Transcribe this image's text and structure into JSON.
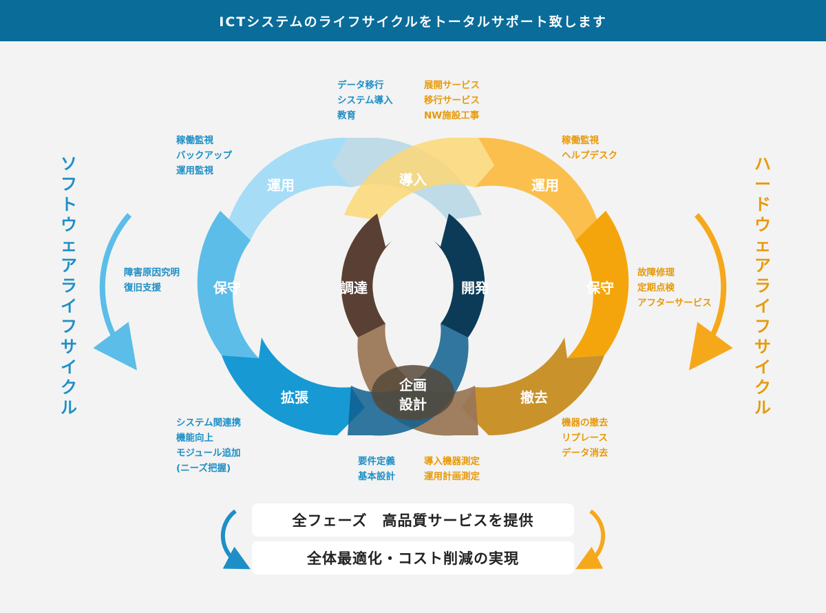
{
  "header": {
    "title": "ICTシステムのライフサイクルをトータルサポート致します"
  },
  "side_titles": {
    "left": "ソフトウェアライフサイクル",
    "right": "ハードウェアライフサイクル"
  },
  "segments": {
    "sw_operation": "運用",
    "sw_maintenance": "保守",
    "sw_expansion": "拡張",
    "procurement": "調達",
    "introduction": "導入",
    "development": "開発",
    "hw_operation": "運用",
    "hw_maintenance": "保守",
    "removal": "撤去",
    "plan_line1": "企画",
    "plan_line2": "設計"
  },
  "notes": {
    "top_left": [
      "データ移行",
      "システム導入",
      "教育"
    ],
    "top_right": [
      "展開サービス",
      "移行サービス",
      "NW施設工事"
    ],
    "sw_operation": [
      "稼働監視",
      "バックアップ",
      "運用監視"
    ],
    "hw_operation": [
      "稼働監視",
      "ヘルプデスク"
    ],
    "sw_maintenance": [
      "障害原因究明",
      "復旧支援"
    ],
    "hw_maintenance": [
      "故障修理",
      "定期点検",
      "アフターサービス"
    ],
    "sw_expansion": [
      "システム関連携",
      "機能向上",
      "モジュール追加",
      "(ニーズ把握)"
    ],
    "removal": [
      "機器の撤去",
      "リプレース",
      "データ消去"
    ],
    "bottom_left": [
      "要件定義",
      "基本設計"
    ],
    "bottom_right": [
      "導入機器測定",
      "運用計画測定"
    ]
  },
  "footer": {
    "line1": "全フェーズ　高品質サービスを提供",
    "line2": "全体最適化・コスト削減の実現"
  },
  "colors": {
    "header": "#0a6c99",
    "blue_accent": "#1d8fc6",
    "orange_accent": "#e79a0a"
  }
}
